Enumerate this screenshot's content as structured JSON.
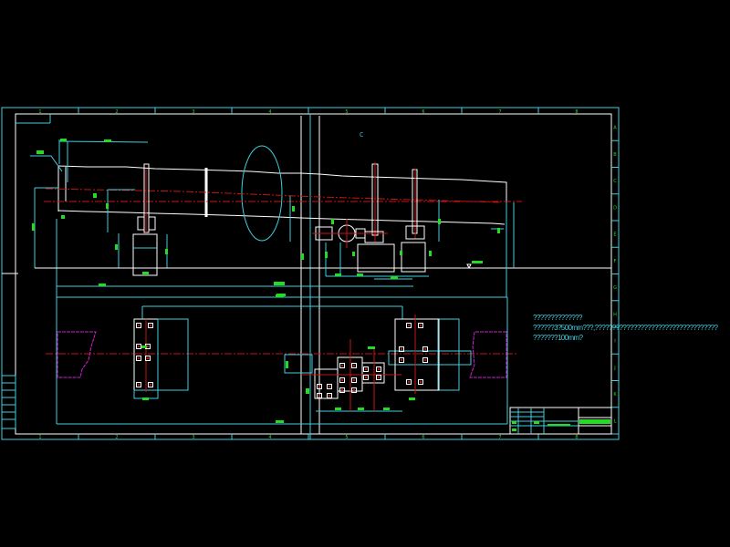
{
  "drawing": {
    "background": "#000000",
    "colors": {
      "frame": "#3fd0e0",
      "outline": "#ffffff",
      "centerline": "#c81414",
      "dimension_text": "#22dd22",
      "kiln_end": "#d020d0"
    },
    "column_labels": [
      "1",
      "2",
      "3",
      "4",
      "5",
      "6",
      "7",
      "8"
    ],
    "row_labels": [
      "A",
      "B",
      "C",
      "D",
      "E",
      "F",
      "G",
      "H",
      "I",
      "J",
      "K",
      "L"
    ],
    "notes": [
      "??????????????",
      "??????3?500mm???,???????????????????????????????????",
      "???????100mm?"
    ],
    "view_marker": "C"
  }
}
